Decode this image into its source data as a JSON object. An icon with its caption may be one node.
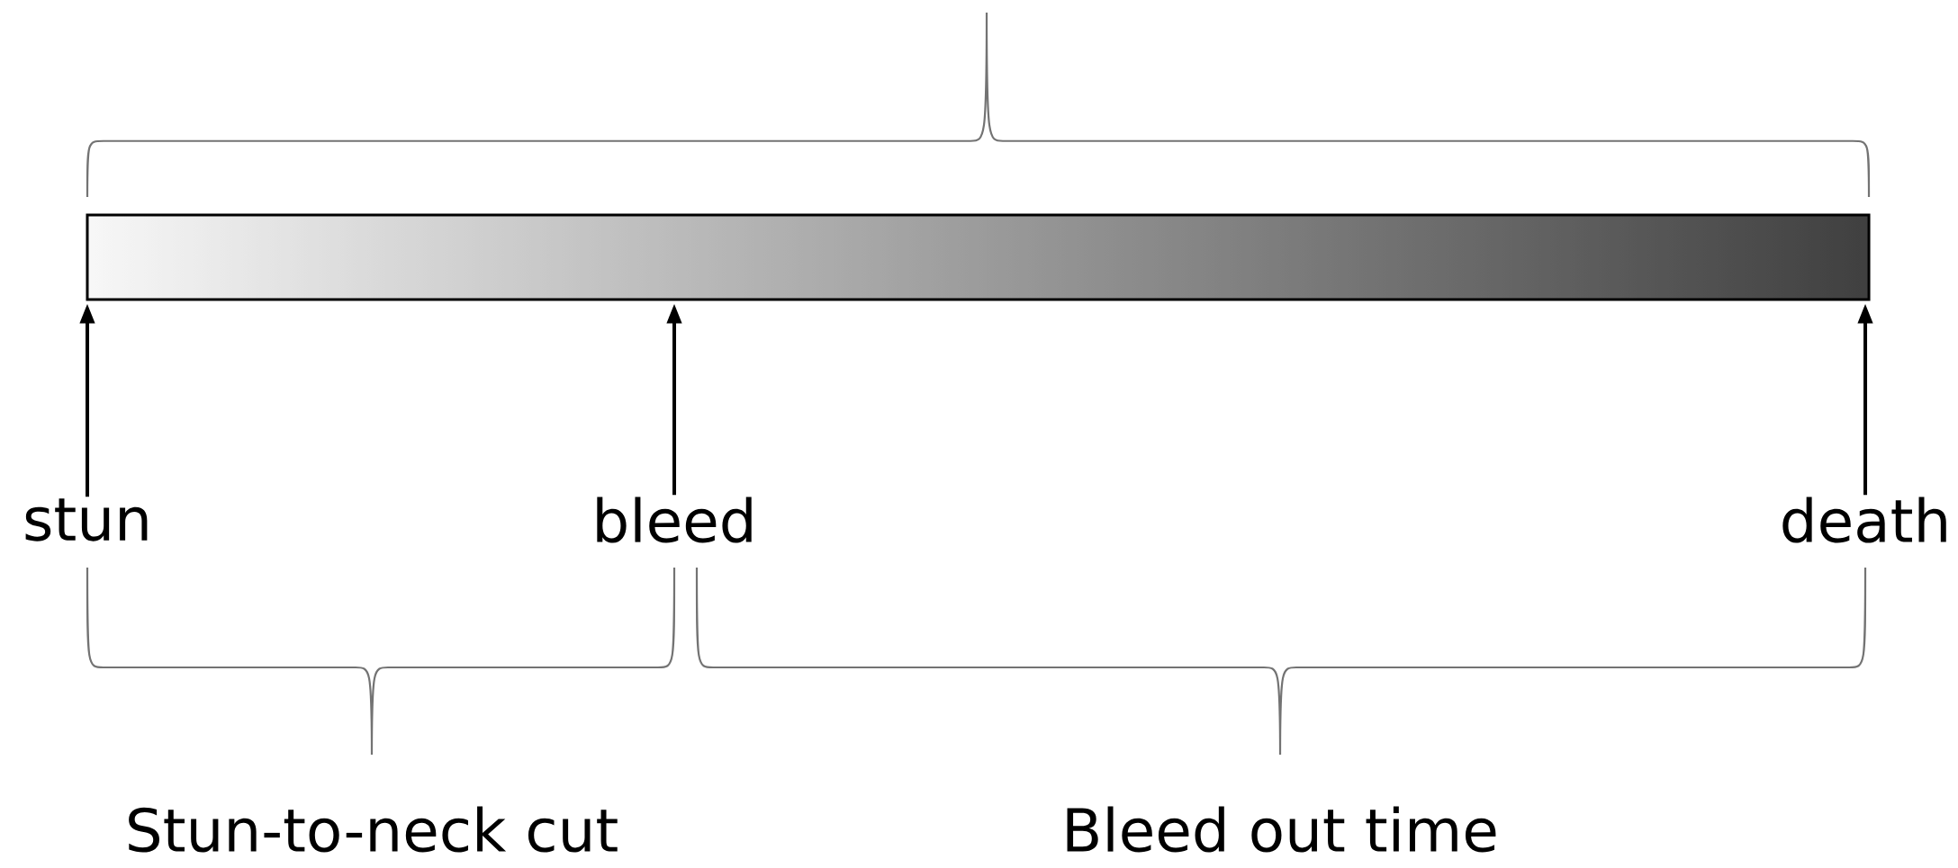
{
  "diagram": {
    "nodes": [
      {
        "text": [],
        "shape": "bar"
      },
      {
        "text": [
          "stun"
        ]
      },
      {
        "text": [
          "bleed"
        ]
      },
      {
        "text": [
          "death"
        ]
      }
    ],
    "edges": [
      {
        "from": 1,
        "to": 0,
        "arrow": "to"
      },
      {
        "from": 2,
        "to": 0,
        "arrow": "to"
      },
      {
        "from": 3,
        "to": 0,
        "arrow": "to"
      }
    ],
    "labels": [
      "Stun-to-neck cut",
      "Bleed out time"
    ]
  }
}
